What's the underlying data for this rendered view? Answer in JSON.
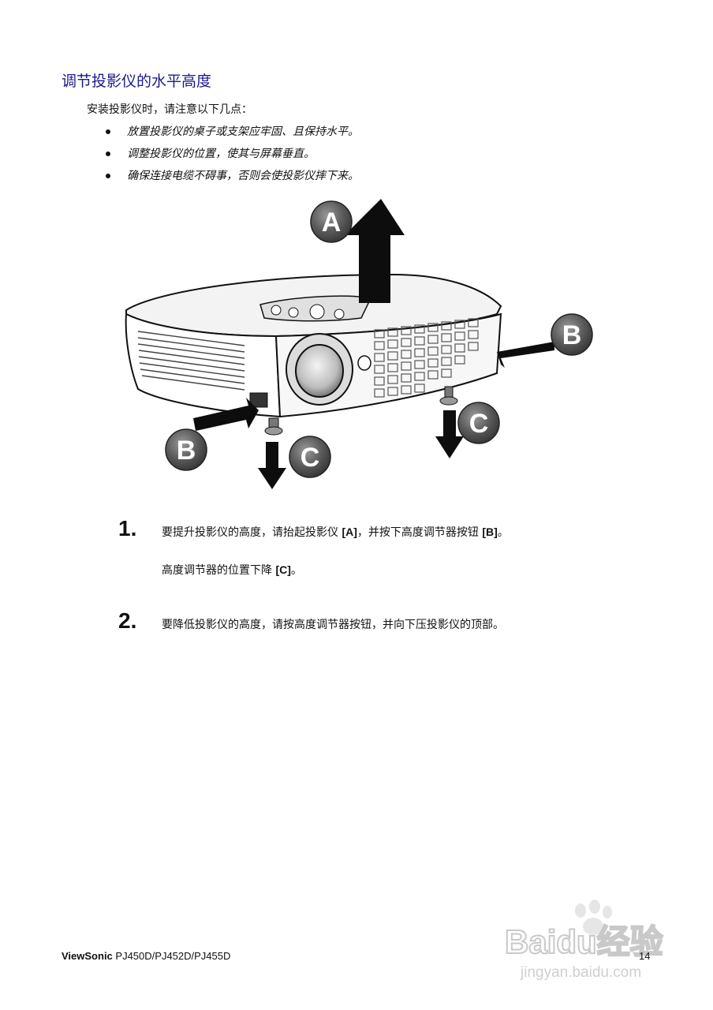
{
  "title": "调节投影仪的水平高度",
  "intro": "安装投影仪时，请注意以下几点：",
  "bullets": [
    "放置投影仪的桌子或支架应牢固、且保持水平。",
    "调整投影仪的位置，使其与屏幕垂直。",
    "确保连接电缆不碍事，否则会使投影仪摔下来。"
  ],
  "figure": {
    "label_a": "A",
    "label_b": "B",
    "label_c": "C"
  },
  "steps": [
    {
      "num": "1.",
      "line1_a": "要提升投影仪的高度，请抬起投影仪 ",
      "line1_b": "[A]",
      "line1_c": "，并按下高度调节器按钮 ",
      "line1_d": "[B]",
      "line1_e": "。",
      "line2_a": "高度调节器的位置下降 ",
      "line2_b": "[C]",
      "line2_c": "。"
    },
    {
      "num": "2.",
      "line1": "要降低投影仪的高度，请按高度调节器按钮，并向下压投影仪的顶部。"
    }
  ],
  "footer": {
    "brand": "ViewSonic",
    "models": " PJ450D/PJ452D/PJ455D",
    "page": "14"
  },
  "watermark": {
    "logo": "Baidu经验",
    "url": "jingyan.baidu.com"
  }
}
